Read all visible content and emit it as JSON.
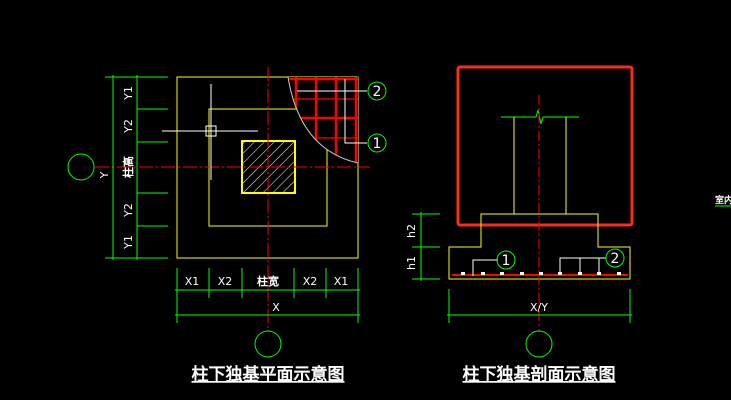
{
  "plan": {
    "title": "柱下独基平面示意图",
    "y_labels": [
      "Y1",
      "Y2",
      "柱高",
      "Y2",
      "Y1"
    ],
    "y_total": "Y",
    "x_labels": [
      "X1",
      "X2",
      "柱宽",
      "X2",
      "X1"
    ],
    "x_total": "X",
    "callout_1": "1",
    "callout_2": "2"
  },
  "section": {
    "title": "柱下独基剖面示意图",
    "h_labels": [
      "h2",
      "h1"
    ],
    "width_label": "X/Y",
    "callout_1": "1",
    "callout_2": "2"
  },
  "side_text": "室内",
  "colors": {
    "background": "#000000",
    "outline": "#ffff00",
    "dimension": "#00ff00",
    "axis": "#ff0000",
    "highlight": "#ff2a1a"
  }
}
